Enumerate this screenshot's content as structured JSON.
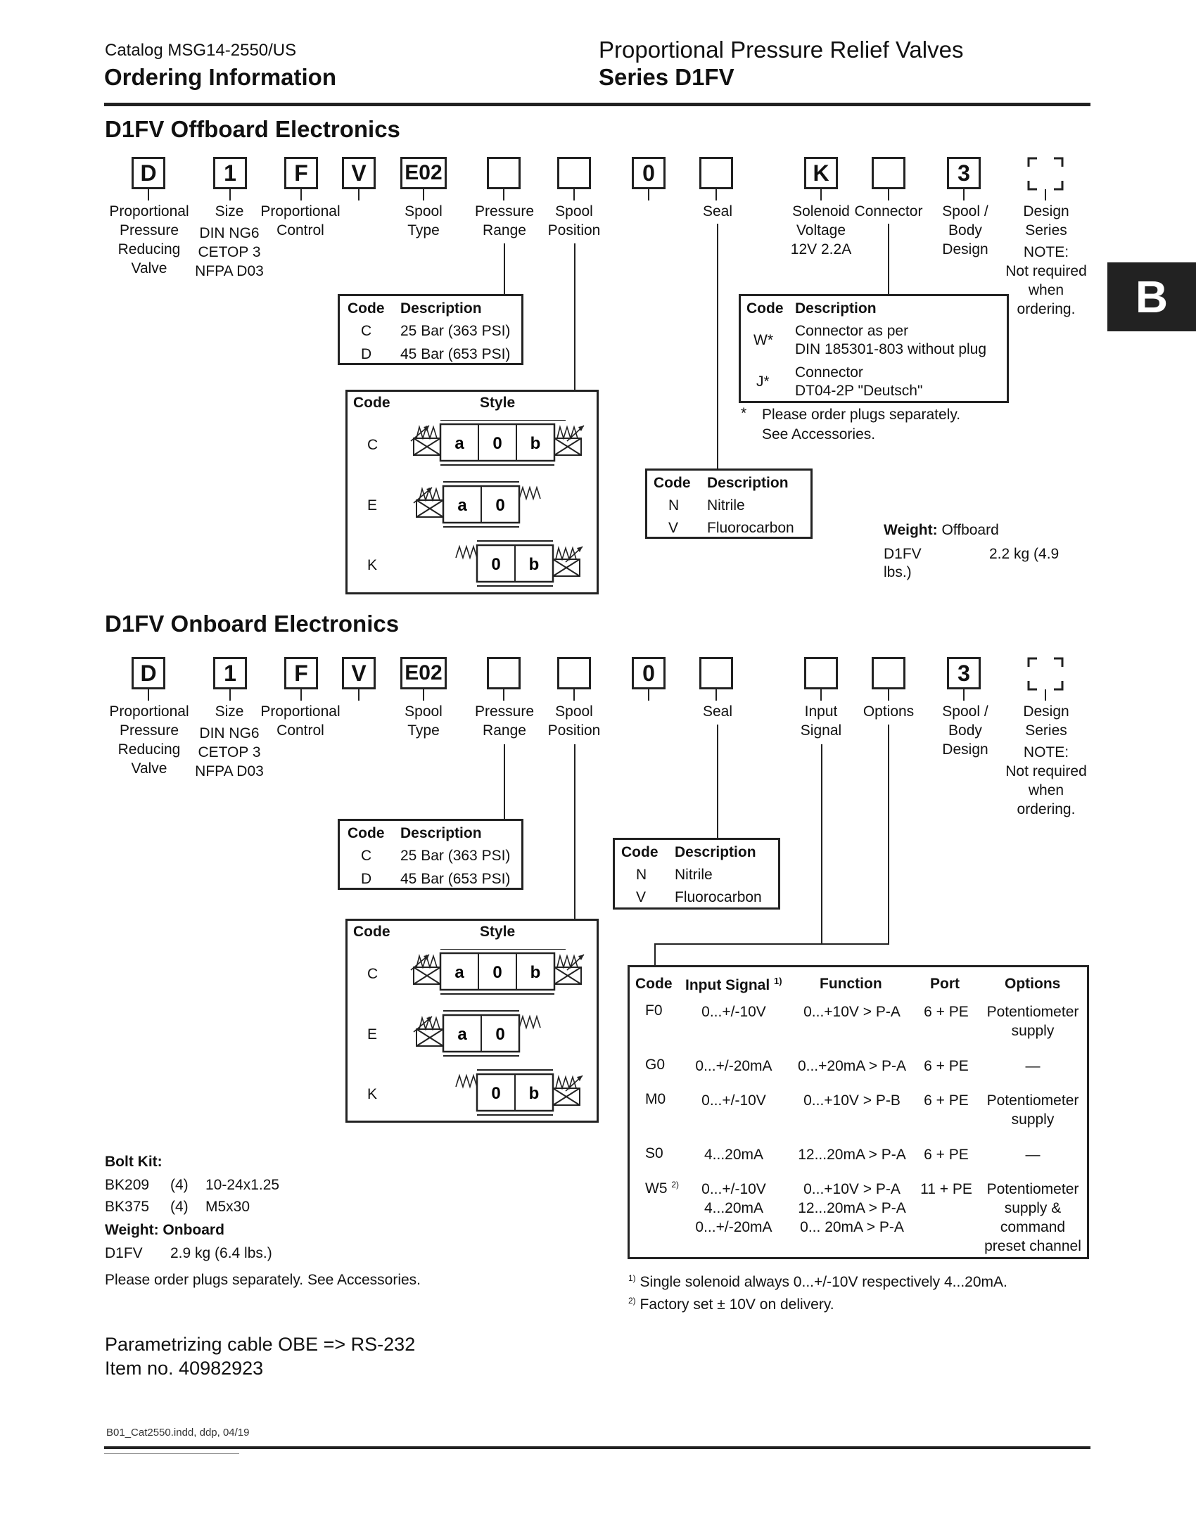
{
  "header": {
    "catalog": "Catalog MSG14-2550/US",
    "section": "Ordering Information",
    "product_title": "Proportional Pressure Relief Valves",
    "series": "Series D1FV"
  },
  "side_tab": "B",
  "offboard": {
    "title": "D1FV Offboard Electronics",
    "codes": [
      "D",
      "1",
      "F",
      "V",
      "E02",
      "",
      "",
      "0",
      "",
      "K",
      "",
      "3"
    ],
    "labels": {
      "valve": [
        "Proportional",
        "Pressure",
        "Reducing",
        "Valve"
      ],
      "size": [
        "Size",
        "DIN NG6",
        "CETOP 3",
        "NFPA D03"
      ],
      "control": [
        "Proportional",
        "Control"
      ],
      "spool_type": [
        "Spool",
        "Type"
      ],
      "pressure_range": [
        "Pressure",
        "Range"
      ],
      "spool_position": [
        "Spool",
        "Position"
      ],
      "seal": [
        "Seal"
      ],
      "solenoid": [
        "Solenoid",
        "Voltage",
        "12V 2.2A"
      ],
      "connector": [
        "Connector"
      ],
      "spool_body": [
        "Spool /",
        "Body",
        "Design"
      ],
      "design_series": [
        "Design",
        "Series",
        "NOTE:",
        "Not required",
        "when",
        "ordering."
      ]
    },
    "pressure_table": {
      "headers": [
        "Code",
        "Description"
      ],
      "rows": [
        [
          "C",
          "25 Bar (363 PSI)"
        ],
        [
          "D",
          "45 Bar (653 PSI)"
        ]
      ]
    },
    "style_table": {
      "headers": [
        "Code",
        "Style"
      ],
      "codes": [
        "C",
        "E",
        "K"
      ]
    },
    "connector_table": {
      "headers": [
        "Code",
        "Description"
      ],
      "rows": [
        [
          "W*",
          "Connector as per",
          "DIN 185301-803 without plug"
        ],
        [
          "J*",
          "Connector",
          "DT04-2P \"Deutsch\""
        ]
      ],
      "note_star": "*",
      "note_1": "Please order plugs separately.",
      "note_2": "See Accessories."
    },
    "seal_table": {
      "headers": [
        "Code",
        "Description"
      ],
      "rows": [
        [
          "N",
          "Nitrile"
        ],
        [
          "V",
          "Fluorocarbon"
        ]
      ]
    },
    "weight": {
      "label": "Weight:",
      "type": "Offboard",
      "model": "D1FV",
      "value": "2.2 kg (4.9",
      "value_2": "lbs.)"
    }
  },
  "onboard": {
    "title": "D1FV Onboard Electronics",
    "codes": [
      "D",
      "1",
      "F",
      "V",
      "E02",
      "",
      "",
      "0",
      "",
      "",
      "",
      "3"
    ],
    "labels": {
      "input_signal": [
        "Input",
        "Signal"
      ],
      "options": [
        "Options"
      ]
    },
    "signal_table": {
      "headers": [
        "Code",
        "Input Signal",
        "Function",
        "Port",
        "Options"
      ],
      "header_sup": "1)",
      "rows": [
        {
          "code": "F0",
          "input": [
            "0...+/-10V"
          ],
          "function": [
            "0...+10V > P-A"
          ],
          "port": "6 + PE",
          "options": [
            "Potentiometer",
            "supply"
          ]
        },
        {
          "code": "G0",
          "input": [
            "0...+/-20mA"
          ],
          "function": [
            "0...+20mA > P-A"
          ],
          "port": "6 + PE",
          "options": [
            "—"
          ]
        },
        {
          "code": "M0",
          "input": [
            "0...+/-10V"
          ],
          "function": [
            "0...+10V > P-B"
          ],
          "port": "6 + PE",
          "options": [
            "Potentiometer",
            "supply"
          ]
        },
        {
          "code": "S0",
          "input": [
            "4...20mA"
          ],
          "function": [
            "12...20mA > P-A"
          ],
          "port": "6 + PE",
          "options": [
            "—"
          ]
        },
        {
          "code": "W5",
          "code_sup": "2)",
          "input": [
            "0...+/-10V",
            "4...20mA",
            "0...+/-20mA"
          ],
          "function": [
            "0...+10V > P-A",
            "12...20mA > P-A",
            "0... 20mA > P-A"
          ],
          "port": "11 + PE",
          "options": [
            "Potentiometer",
            "supply &",
            "command",
            "preset channel"
          ]
        }
      ]
    },
    "footnotes": [
      {
        "mark": "1)",
        "text": "Single solenoid always 0...+/-10V respectively 4...20mA."
      },
      {
        "mark": "2)",
        "text": "Factory set ± 10V on delivery."
      }
    ],
    "bolt_kit": {
      "title": "Bolt Kit:",
      "rows": [
        [
          "BK209",
          "(4)",
          "10-24x1.25"
        ],
        [
          "BK375",
          "(4)",
          "M5x30"
        ]
      ]
    },
    "weight": {
      "title": "Weight: Onboard",
      "model": "D1FV",
      "value": "2.9 kg (6.4 lbs.)"
    },
    "plugs_note": "Please order plugs separately. See Accessories.",
    "cable_line_1": "Parametrizing cable OBE => RS-232",
    "cable_line_2": "Item no. 40982923"
  },
  "footer": {
    "file": "B01_Cat2550.indd, ddp, 04/19"
  }
}
